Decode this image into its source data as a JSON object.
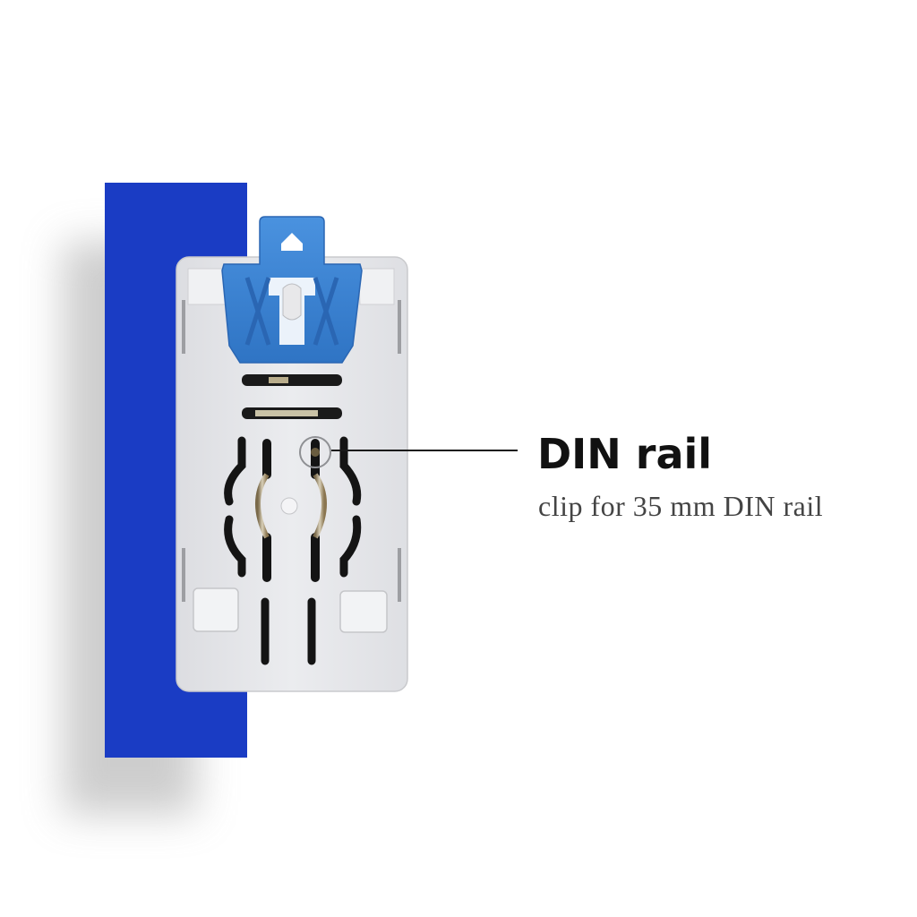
{
  "callout": {
    "title": "DIN rail",
    "subtitle": "clip for 35 mm DIN rail"
  },
  "colors": {
    "background": "#ffffff",
    "rail_blue": "#1a3cc4",
    "clip_blue": "#3d86d6",
    "housing_grey": "#e4e5e8",
    "text_dark": "#111111",
    "text_grey": "#444444"
  },
  "icons": {
    "product": "din-rail-clip-module"
  }
}
